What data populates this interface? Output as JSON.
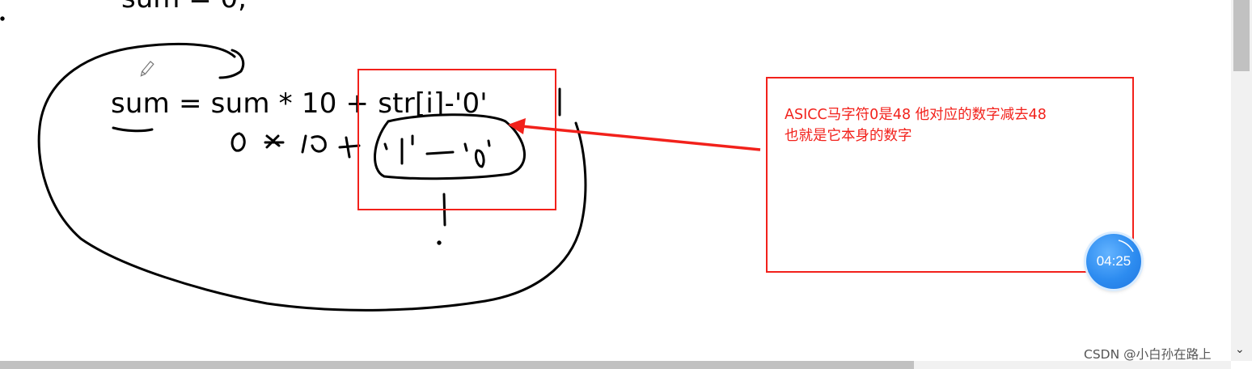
{
  "drawing": {
    "top_line_text": "sum = 0;",
    "formula_text": "sum = sum * 10 + str[i]-'0'",
    "handwritten_note": "0 * 10 + '1' - '0'"
  },
  "annotation": {
    "line1": "ASICC马字符0是48 他对应的数字减去48",
    "line2": "也就是它本身的数字",
    "color": "#f2211b"
  },
  "timer": {
    "label": "04:25",
    "color": "#2d8cf0"
  },
  "icons": {
    "pencil": "pencil-icon",
    "chevron": "chevron-down-icon"
  },
  "watermark": {
    "text": "CSDN @小白孙在路上"
  }
}
